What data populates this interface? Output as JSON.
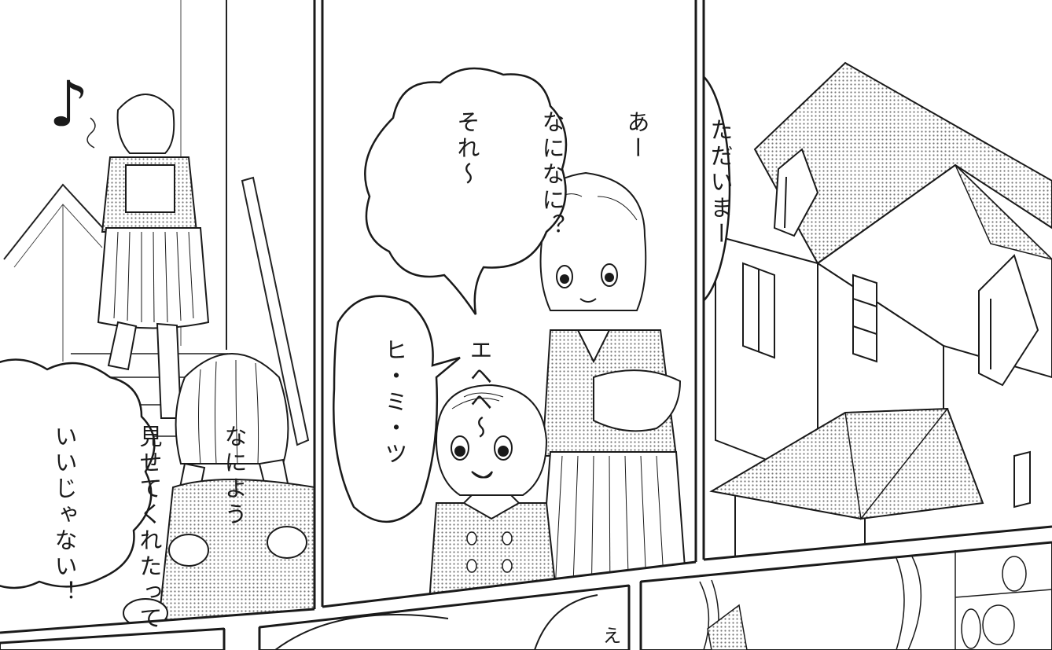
{
  "speech": {
    "girl_back": [
      "なによう",
      "見せてくれたって",
      "いいじゃない！"
    ],
    "older_sister_question": [
      "あー",
      "なになに？",
      "それ～"
    ],
    "younger_sister_reply": [
      "エヘヘ～",
      "ヒ・ミ・ツ"
    ],
    "greeting": [
      "ただいまー"
    ],
    "bottom_panel_fragment": [
      "え"
    ]
  },
  "sfx": {
    "music_note": "♪"
  },
  "colors": {
    "ink": "#1a1a1a",
    "tone": "#8a8a8a",
    "paper": "#ffffff"
  }
}
